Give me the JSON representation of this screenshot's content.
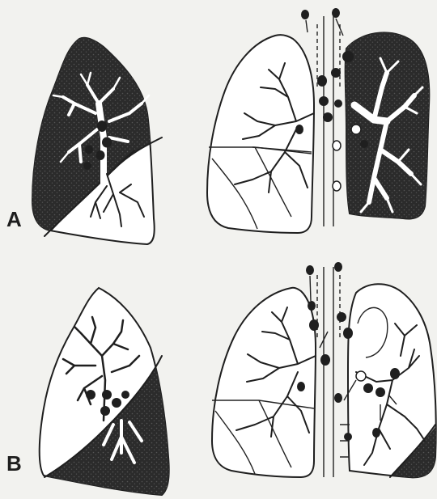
{
  "panels": [
    {
      "id": "A",
      "label": "A"
    },
    {
      "id": "B",
      "label": "B"
    }
  ],
  "colors": {
    "background": "#f2f2ef",
    "ink": "#1f1f1f",
    "shaded_region": "#262626",
    "lung_fill": "#ffffff"
  }
}
